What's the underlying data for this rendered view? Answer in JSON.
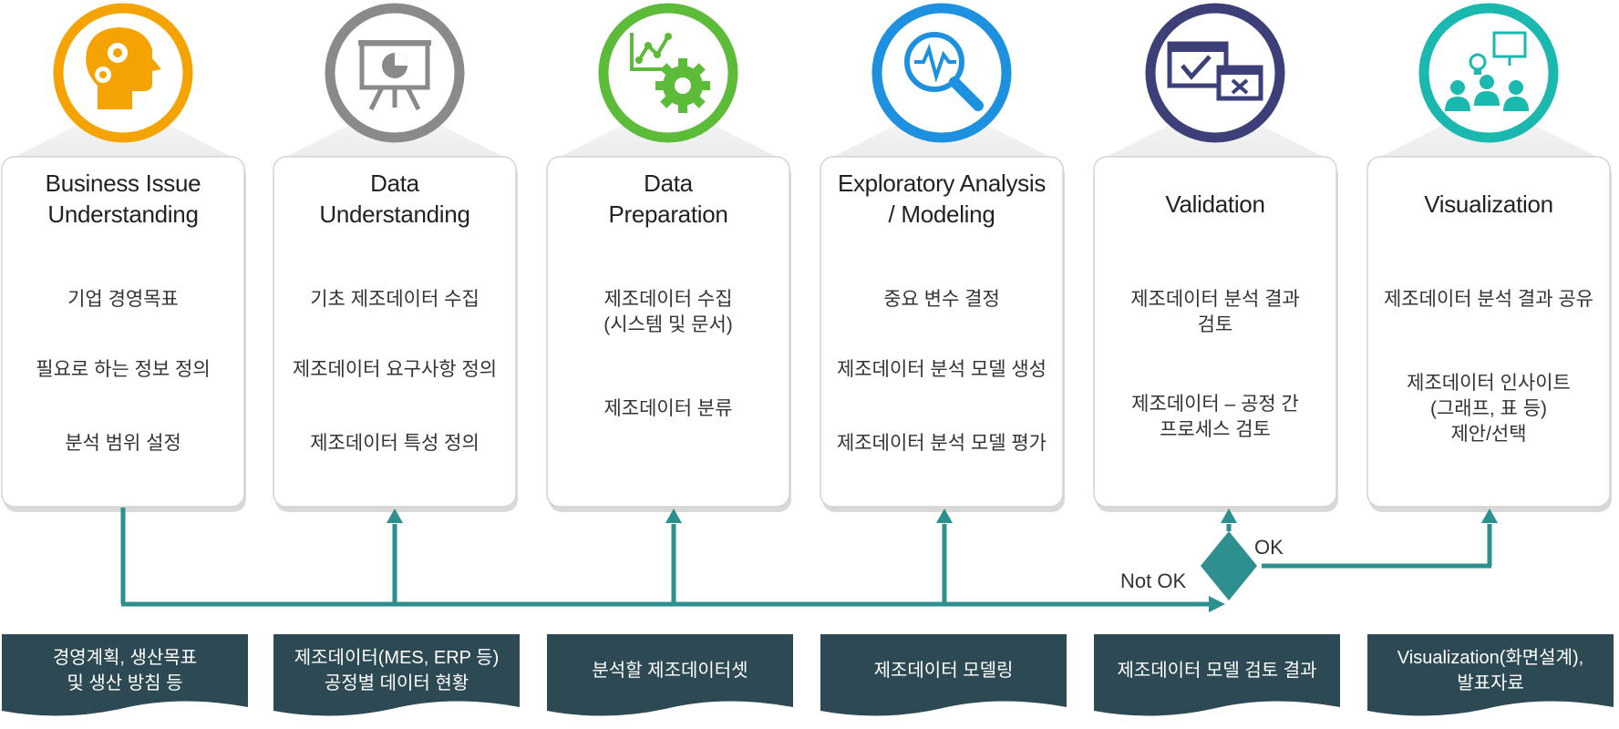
{
  "stages": [
    {
      "title": [
        "Business Issue",
        "Understanding"
      ],
      "items": [
        [
          "기업 경영목표"
        ],
        [
          "필요로 하는 정보 정의"
        ],
        [
          "분석 범위 설정"
        ]
      ],
      "output": [
        "경영계획, 생산목표",
        "및 생산 방침 등"
      ],
      "color": "#F5A300",
      "icon": "head-gears-icon"
    },
    {
      "title": [
        "Data",
        "Understanding"
      ],
      "items": [
        [
          "기초 제조데이터 수집"
        ],
        [
          "제조데이터 요구사항 정의"
        ],
        [
          "제조데이터 특성 정의"
        ]
      ],
      "output": [
        "제조데이터(MES, ERP 등)",
        "공정별 데이터 현황"
      ],
      "color": "#8A8A8A",
      "icon": "presentation-board-icon"
    },
    {
      "title": [
        "Data",
        "Preparation"
      ],
      "items": [
        [
          "제조데이터 수집",
          "(시스템 및 문서)"
        ],
        [
          "제조데이터 분류"
        ]
      ],
      "output": [
        "분석할 제조데이터셋"
      ],
      "color": "#5DBB3A",
      "icon": "chart-gear-icon"
    },
    {
      "title": [
        "Exploratory Analysis",
        "/ Modeling"
      ],
      "items": [
        [
          "중요 변수 결정"
        ],
        [
          "제조데이터 분석 모델 생성"
        ],
        [
          "제조데이터 분석 모델 평가"
        ]
      ],
      "output": [
        "제조데이터 모델링"
      ],
      "color": "#1E90E0",
      "icon": "magnifier-pulse-icon"
    },
    {
      "title": [
        "Validation"
      ],
      "items": [
        [
          "제조데이터 분석 결과",
          "검토"
        ],
        [
          "제조데이터 – 공정 간",
          "프로세스 검토"
        ]
      ],
      "output": [
        "제조데이터 모델 검토 결과"
      ],
      "color": "#3C3F78",
      "icon": "check-window-icon"
    },
    {
      "title": [
        "Visualization"
      ],
      "items": [
        [
          "제조데이터 분석 결과 공유"
        ],
        [
          "제조데이터 인사이트",
          "(그래프, 표 등)",
          "제안/선택"
        ]
      ],
      "output": [
        "Visualization(화면설계),",
        "발표자료"
      ],
      "color": "#1BB8B0",
      "icon": "team-idea-icon"
    }
  ],
  "decision": {
    "ok_label": "OK",
    "not_ok_label": "Not OK"
  },
  "colors": {
    "flow": "#2E8F8F",
    "output_bg": "#2D4A54",
    "card_border": "#D4D4D4"
  }
}
